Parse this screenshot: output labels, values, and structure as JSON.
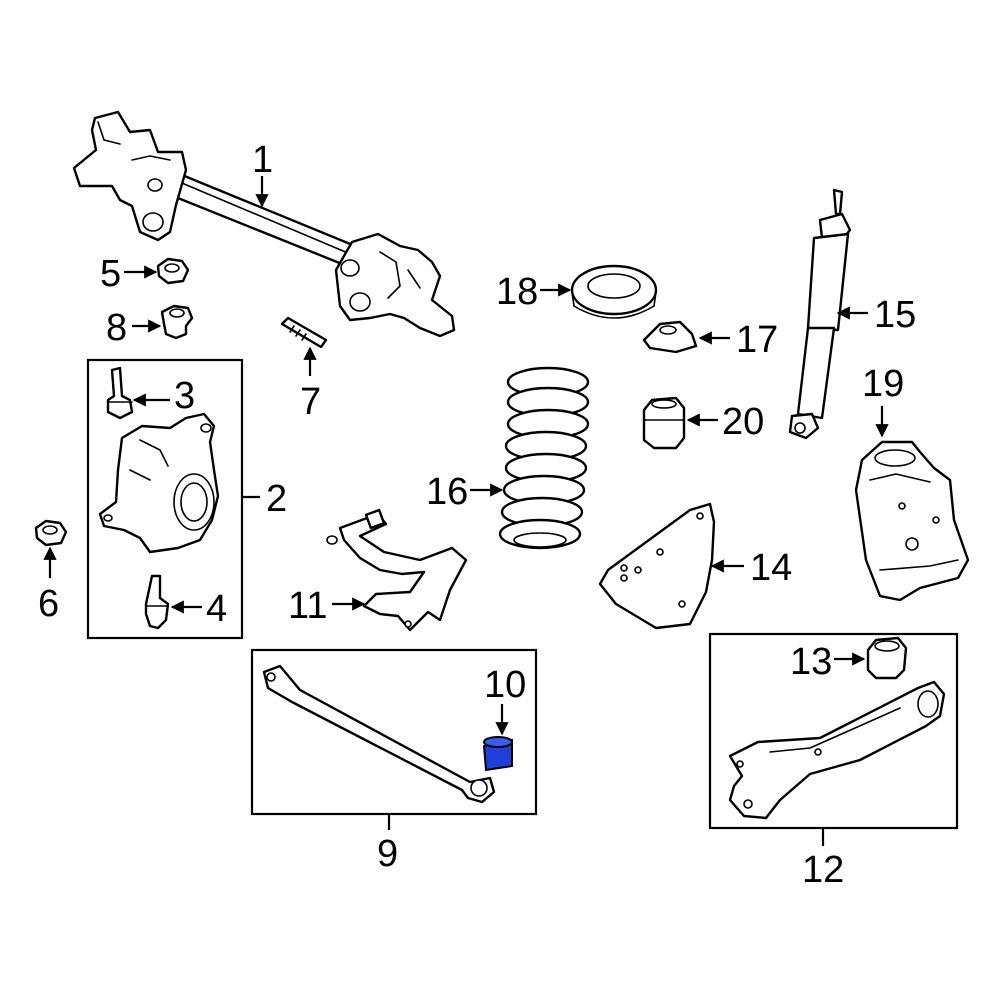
{
  "diagram": {
    "highlight_color": "#1f3fd8",
    "arrow_color": "#000000",
    "labels": {
      "n1": "1",
      "n2": "2",
      "n3": "3",
      "n4": "4",
      "n5": "5",
      "n6": "6",
      "n7": "7",
      "n8": "8",
      "n9": "9",
      "n10": "10",
      "n11": "11",
      "n12": "12",
      "n13": "13",
      "n14": "14",
      "n15": "15",
      "n16": "16",
      "n17": "17",
      "n18": "18",
      "n19": "19",
      "n20": "20"
    },
    "highlighted_part": "10"
  }
}
